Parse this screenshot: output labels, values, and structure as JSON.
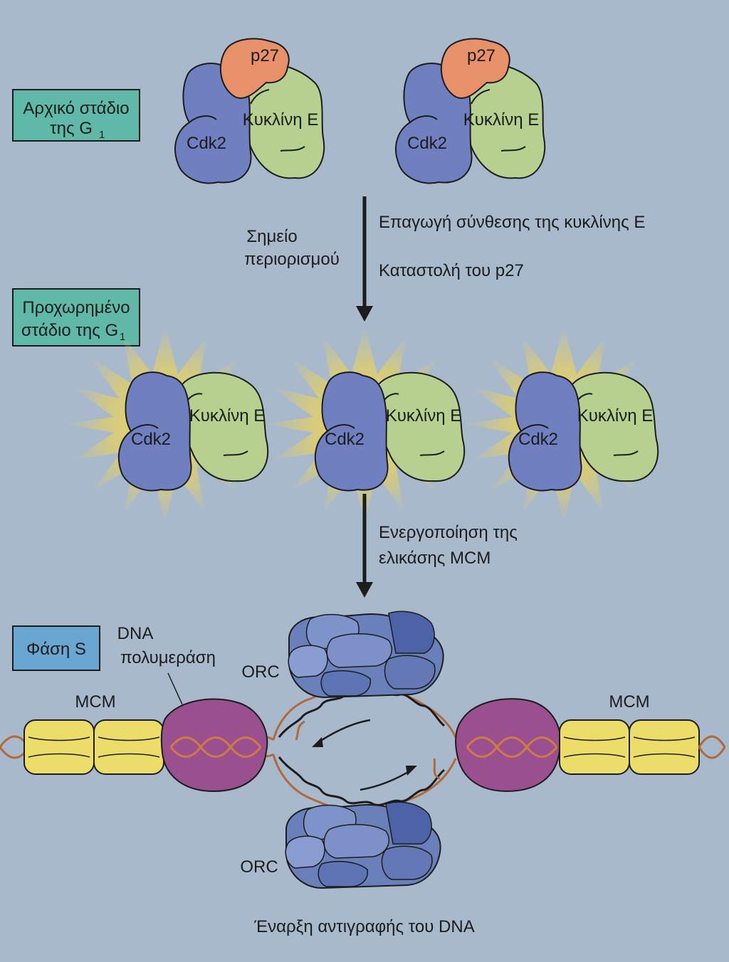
{
  "stages": {
    "early_g1": {
      "line1": "Αρχικό στάδιο",
      "line2": "της G",
      "sub": "1",
      "color": "#5fb8a8"
    },
    "late_g1": {
      "line1": "Προχωρημένο",
      "line2": "στάδιο της G",
      "sub": "1",
      "color": "#5fb8a8"
    },
    "s_phase": {
      "label": "Φάση S",
      "color": "#6aa6d2"
    }
  },
  "labels": {
    "p27": "p27",
    "cdk2": "Cdk2",
    "cyclin_e": "Κυκλίνη Ε",
    "restriction_point_1": "Σημείο",
    "restriction_point_2": "περιορισμού",
    "induce_cyclin": "Επαγωγή σύνθεσης της κυκλίνης Ε",
    "repress_p27": "Καταστολή του p27",
    "activate_mcm_1": "Ενεργοποίηση της",
    "activate_mcm_2": "ελικάσης MCM",
    "dna_pol_1": "DNA",
    "dna_pol_2": "πολυμεράση",
    "orc": "ORC",
    "mcm": "MCM",
    "caption": "Έναρξη αντιγραφής του DNA"
  },
  "colors": {
    "background": "#a9b9cc",
    "cdk2": "#6f7fbf",
    "cyclin_e": "#b6d08f",
    "p27": "#e8906a",
    "glow": "#f3d54a",
    "mcm": "#ecdc6a",
    "polymerase": "#9a4f8e",
    "orc": "#6a80bb",
    "dna_strand": "#b06a3a"
  }
}
